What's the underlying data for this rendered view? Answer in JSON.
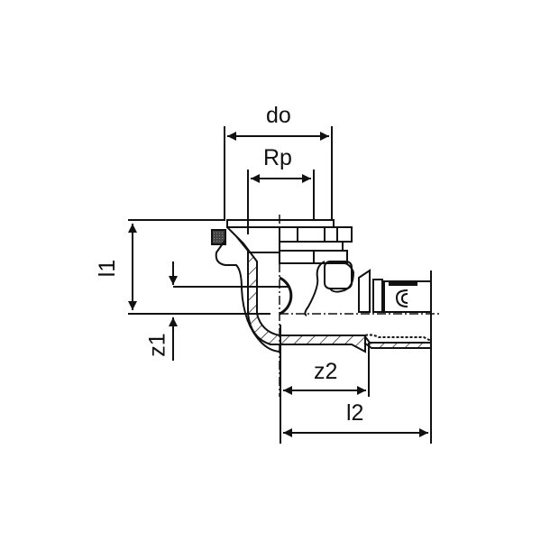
{
  "drawing": {
    "type": "technical-dimension-drawing",
    "subject": "elbow fitting with female thread (Rp) and press connection",
    "line_color": "#111111",
    "background": "#ffffff",
    "dimensions": {
      "do": "do",
      "rp": "Rp",
      "l1": "l1",
      "z1": "z1",
      "z2": "z2",
      "l2": "l2"
    }
  }
}
